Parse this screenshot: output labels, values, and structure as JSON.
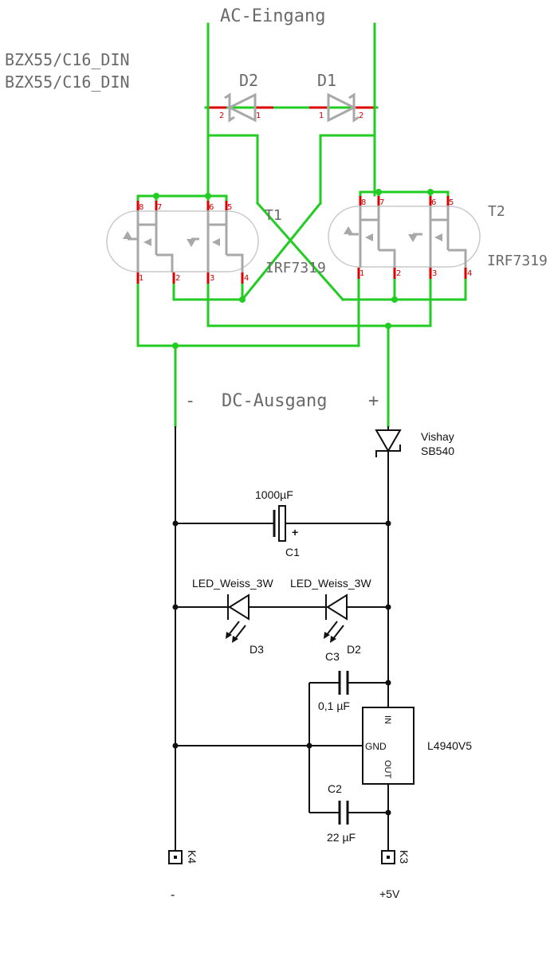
{
  "ac_input": {
    "title": "AC-Eingang",
    "diode_parts": [
      "BZX55/C16_DIN",
      "BZX55/C16_DIN"
    ],
    "d2": {
      "name": "D2",
      "pin_a": "2",
      "pin_b": "1"
    },
    "d1": {
      "name": "D1",
      "pin_a": "1",
      "pin_b": "2"
    }
  },
  "mosfets": {
    "t1": {
      "name": "T1",
      "value": "IRF7319",
      "top_pins": [
        "8",
        "7",
        "6",
        "5"
      ],
      "bottom_pins": [
        "1",
        "2",
        "3",
        "4"
      ]
    },
    "t2": {
      "name": "T2",
      "value": "IRF7319",
      "top_pins": [
        "8",
        "7",
        "6",
        "5"
      ],
      "bottom_pins": [
        "1",
        "2",
        "3",
        "4"
      ]
    }
  },
  "dc_output": {
    "minus": "-",
    "title": "DC-Ausgang",
    "plus": "+"
  },
  "schottky": {
    "line1": "Vishay",
    "line2": "SB540"
  },
  "c1": {
    "value": "1000µF",
    "name": "C1",
    "polarity": "+"
  },
  "leds": {
    "d3": {
      "value": "LED_Weiss_3W",
      "name": "D3"
    },
    "d2": {
      "value": "LED_Weiss_3W",
      "name": "D2"
    }
  },
  "c3": {
    "name": "C3",
    "value": "0,1 µF"
  },
  "c2": {
    "name": "C2",
    "value": "22 µF"
  },
  "regulator": {
    "name": "L4940V5",
    "pin_in": "IN",
    "pin_gnd": "GND",
    "pin_out": "OUT"
  },
  "k4": {
    "name": "K4",
    "label": "-"
  },
  "k3": {
    "name": "K3",
    "label": "+5V"
  },
  "colors": {
    "wire_green": "#22cc22",
    "pad_red": "#dd0000",
    "outline_gray": "#a8a8a8",
    "wire_black": "#111111"
  }
}
